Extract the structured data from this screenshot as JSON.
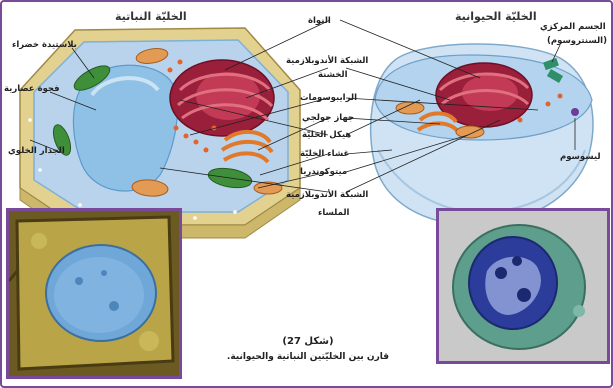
{
  "titles": {
    "plant_cell": "الخليّة النباتية",
    "animal_cell": "الخليّة الحيوانية"
  },
  "labels": {
    "nucleus": "النواة",
    "rough_er_line1": "الشبكة الأندوبلازمية",
    "rough_er_line2": "الخشنة",
    "ribosomes": "الرايبوسومات",
    "golgi": "جهاز جولجي",
    "cytoskeleton": "هيكل الخليّة",
    "cell_membrane": "غشاء الخليّة",
    "mitochondria": "ميتوكوندريا",
    "smooth_er_line1": "الشبكة الأندوبلازمية",
    "smooth_er_line2": "الملساء",
    "chloroplast": "بلاستيدة خضراء",
    "vacuole": "فجوة عصارية",
    "cell_wall": "الجدار الخلوي",
    "centrosome_line1": "الجسم المركزي",
    "centrosome_line2": "(السنتروسوم)",
    "lysosome": "ليسوسوم"
  },
  "caption": {
    "figure": "(شكل 27)",
    "text": "قارن بين الخليّتين النباتية والحيوانية."
  },
  "colors": {
    "frame": "#7a4a9a",
    "plant_wall": "#e8d9a0",
    "cytoplasm": "#b9d8ef",
    "golgi_red": "#c0392b",
    "chloroplast_green": "#3f8f3a"
  }
}
